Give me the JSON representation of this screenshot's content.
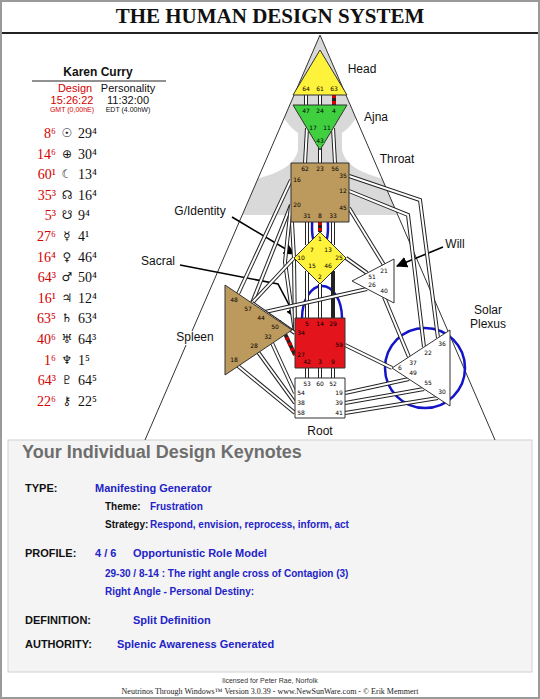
{
  "diagram": {
    "title": "THE HUMAN DESIGN SYSTEM",
    "nodes": [
      {
        "text": [
          "Head",
          "64",
          "61",
          "63"
        ]
      },
      {
        "text": [
          "Ajna",
          "47",
          "24",
          "4",
          "17",
          "43",
          "11"
        ]
      },
      {
        "text": [
          "Throat",
          "62",
          "23",
          "56",
          "16",
          "20",
          "35",
          "12",
          "45",
          "31",
          "8",
          "33"
        ]
      },
      {
        "text": [
          "G/Identity",
          "1",
          "7",
          "13",
          "10",
          "25",
          "15",
          "2",
          "46"
        ]
      },
      {
        "text": [
          "Will",
          "21",
          "51",
          "26",
          "40"
        ]
      },
      {
        "text": [
          "Spleen",
          "48",
          "57",
          "44",
          "50",
          "18",
          "28",
          "32"
        ]
      },
      {
        "text": [
          "Sacral",
          "5",
          "14",
          "29",
          "34",
          "27",
          "59",
          "42",
          "3",
          "9"
        ]
      },
      {
        "text": [
          "Solar Plexus",
          "37",
          "22",
          "36",
          "6",
          "49",
          "55",
          "30"
        ]
      },
      {
        "text": [
          "Root",
          "53",
          "60",
          "52",
          "54",
          "38",
          "58",
          "19",
          "39",
          "41"
        ]
      }
    ],
    "edges": [
      {
        "from": 0,
        "to": 1,
        "arrow": "none"
      },
      {
        "from": 0,
        "to": 1,
        "arrow": "none"
      },
      {
        "from": 0,
        "to": 1,
        "arrow": "none"
      },
      {
        "from": 1,
        "to": 2,
        "arrow": "none"
      },
      {
        "from": 1,
        "to": 2,
        "arrow": "none"
      },
      {
        "from": 1,
        "to": 2,
        "arrow": "none"
      },
      {
        "from": 2,
        "to": 3,
        "arrow": "none"
      },
      {
        "from": 2,
        "to": 3,
        "arrow": "none"
      },
      {
        "from": 2,
        "to": 3,
        "arrow": "none"
      },
      {
        "from": 2,
        "to": 3,
        "arrow": "none"
      },
      {
        "from": 2,
        "to": 5,
        "arrow": "none"
      },
      {
        "from": 2,
        "to": 5,
        "arrow": "none"
      },
      {
        "from": 2,
        "to": 4,
        "arrow": "none"
      },
      {
        "from": 2,
        "to": 7,
        "arrow": "none"
      },
      {
        "from": 2,
        "to": 7,
        "arrow": "none"
      },
      {
        "from": 2,
        "to": 6,
        "arrow": "none"
      },
      {
        "from": 3,
        "to": 4,
        "arrow": "none"
      },
      {
        "from": 3,
        "to": 6,
        "arrow": "none"
      },
      {
        "from": 3,
        "to": 6,
        "arrow": "none"
      },
      {
        "from": 3,
        "to": 6,
        "arrow": "none"
      },
      {
        "from": 3,
        "to": 6,
        "arrow": "none"
      },
      {
        "from": 3,
        "to": 5,
        "arrow": "none"
      },
      {
        "from": 4,
        "to": 5,
        "arrow": "none"
      },
      {
        "from": 4,
        "to": 7,
        "arrow": "none"
      },
      {
        "from": 5,
        "to": 6,
        "arrow": "none"
      },
      {
        "from": 5,
        "to": 6,
        "arrow": "none"
      },
      {
        "from": 6,
        "to": 7,
        "arrow": "none"
      },
      {
        "from": 5,
        "to": 8,
        "arrow": "none"
      },
      {
        "from": 5,
        "to": 8,
        "arrow": "none"
      },
      {
        "from": 5,
        "to": 8,
        "arrow": "none"
      },
      {
        "from": 6,
        "to": 8,
        "arrow": "none"
      },
      {
        "from": 6,
        "to": 8,
        "arrow": "none"
      },
      {
        "from": 6,
        "to": 8,
        "arrow": "none"
      },
      {
        "from": 7,
        "to": 8,
        "arrow": "none"
      },
      {
        "from": 7,
        "to": 8,
        "arrow": "none"
      },
      {
        "from": 7,
        "to": 8,
        "arrow": "none"
      }
    ],
    "labels": [
      "Karen Curry",
      "Design",
      "Personality",
      "15:26:22",
      "11:32:00",
      "GMT (0,00hE)",
      "EDT (4.00hW)",
      "8⁶",
      "☉",
      "29⁴",
      "14⁶",
      "⊕",
      "30⁴",
      "60¹",
      "☾",
      "13⁴",
      "35³",
      "☊",
      "16⁴",
      "5³",
      "☋",
      "9⁴",
      "27⁶",
      "☿",
      "4¹",
      "16⁴",
      "♀",
      "46⁴",
      "64³",
      "♂",
      "50⁴",
      "16¹",
      "♃",
      "12⁴",
      "63⁵",
      "♄",
      "63⁴",
      "40⁶",
      "♅",
      "64³",
      "1⁶",
      "♆",
      "1⁵",
      "64³",
      "♇",
      "64⁵",
      "22⁶",
      "⚷",
      "22⁵",
      "Your Individual Design Keynotes",
      "TYPE:",
      "Manifesting Generator",
      "Theme:",
      "Frustration",
      "Strategy:",
      "Respond, envision, reprocess, inform, act",
      "PROFILE:",
      "4 / 6",
      "Opportunistic Role Model",
      "29-30 / 8-14 : The right angle cross of Contagion (3)",
      "Right Angle - Personal Destiny:",
      "DEFINITION:",
      "Split Definition",
      "AUTHORITY:",
      "Splenic Awareness Generated",
      "licensed for Peter Rae, Norfolk",
      "Neutrinos Through Windows™ Version 3.0.39 - www.NewSunWare.com - © Erik Memmert"
    ]
  }
}
